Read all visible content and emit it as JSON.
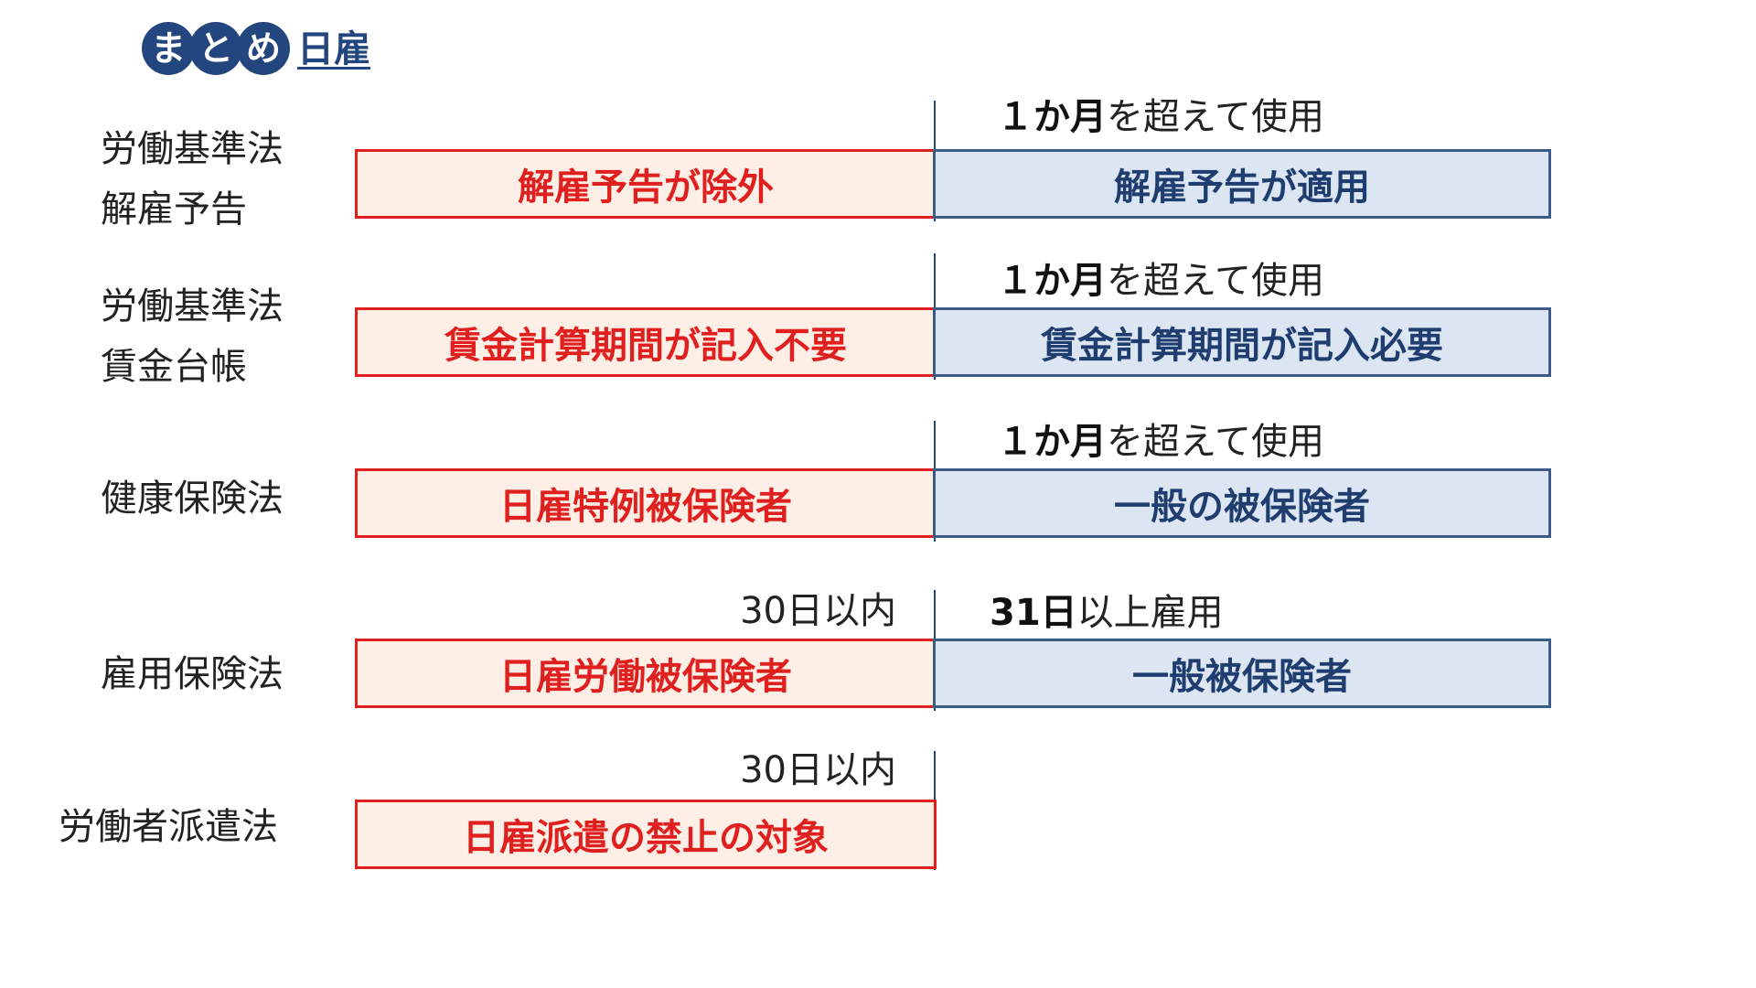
{
  "header": {
    "badge": "まとめ",
    "title": "日雇"
  },
  "rows": [
    {
      "label_line1": "労働基準法",
      "label_line2": "解雇予告",
      "right_note_bold": "１か月",
      "right_note_rest": "を超えて使用",
      "red_text": "解雇予告が除外",
      "blue_text": "解雇予告が適用"
    },
    {
      "label_line1": "労働基準法",
      "label_line2": "賃金台帳",
      "right_note_bold": "１か月",
      "right_note_rest": "を超えて使用",
      "red_text": "賃金計算期間が記入不要",
      "blue_text": "賃金計算期間が記入必要"
    },
    {
      "label_line1": "健康保険法",
      "right_note_bold": "１か月",
      "right_note_rest": "を超えて使用",
      "red_text": "日雇特例被保険者",
      "blue_text": "一般の被保険者"
    },
    {
      "label_line1": "雇用保険法",
      "left_note": "30日以内",
      "right_note_bold": "31日",
      "right_note_rest": "以上雇用",
      "red_text": "日雇労働被保険者",
      "blue_text": "一般被保険者"
    },
    {
      "label_line1": "労働者派遣法",
      "left_note": "30日以内",
      "red_text": "日雇派遣の禁止の対象"
    }
  ],
  "colors": {
    "red": "#e0201f",
    "red_fill": "#fdeee6",
    "blue_text": "#1f3d6f",
    "blue_border": "#3c5a86",
    "blue_fill": "#dce6f2",
    "navy": "#24467e"
  }
}
